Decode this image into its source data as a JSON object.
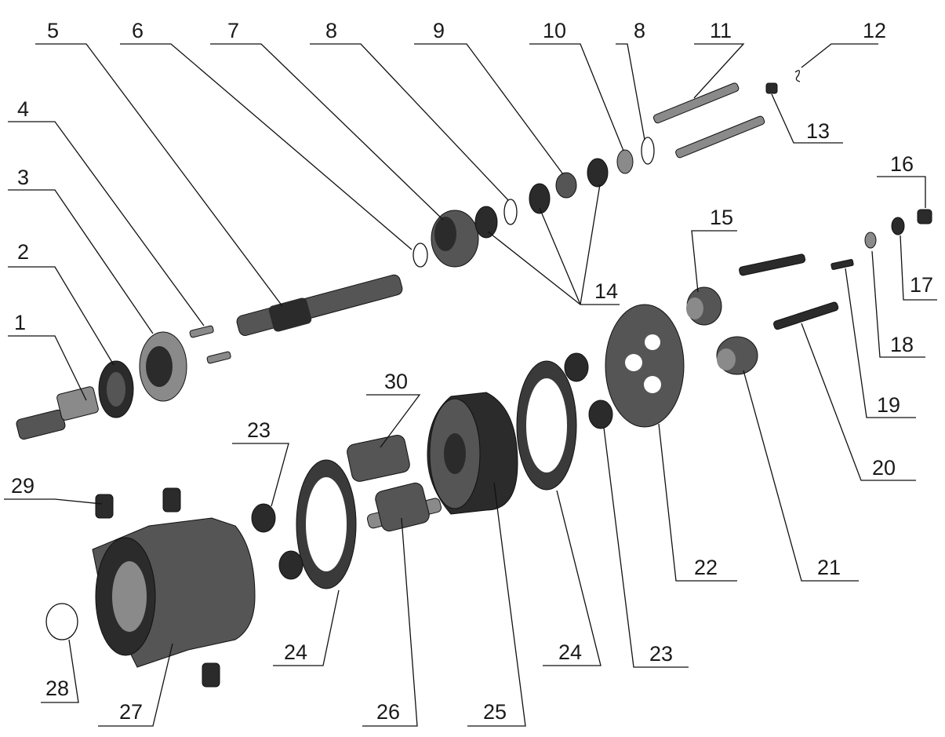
{
  "diagram": {
    "callouts": [
      {
        "id": "c1",
        "text": "1"
      },
      {
        "id": "c2",
        "text": "2"
      },
      {
        "id": "c3",
        "text": "3"
      },
      {
        "id": "c4",
        "text": "4"
      },
      {
        "id": "c5",
        "text": "5"
      },
      {
        "id": "c6",
        "text": "6"
      },
      {
        "id": "c7",
        "text": "7"
      },
      {
        "id": "c8a",
        "text": "8"
      },
      {
        "id": "c9",
        "text": "9"
      },
      {
        "id": "c10",
        "text": "10"
      },
      {
        "id": "c8b",
        "text": "8"
      },
      {
        "id": "c11",
        "text": "11"
      },
      {
        "id": "c12",
        "text": "12"
      },
      {
        "id": "c13",
        "text": "13"
      },
      {
        "id": "c14",
        "text": "14"
      },
      {
        "id": "c15",
        "text": "15"
      },
      {
        "id": "c16",
        "text": "16"
      },
      {
        "id": "c17",
        "text": "17"
      },
      {
        "id": "c18",
        "text": "18"
      },
      {
        "id": "c19",
        "text": "19"
      },
      {
        "id": "c20",
        "text": "20"
      },
      {
        "id": "c21",
        "text": "21"
      },
      {
        "id": "c22",
        "text": "22"
      },
      {
        "id": "c23a",
        "text": "23"
      },
      {
        "id": "c23b",
        "text": "23"
      },
      {
        "id": "c24a",
        "text": "24"
      },
      {
        "id": "c24b",
        "text": "24"
      },
      {
        "id": "c25",
        "text": "25"
      },
      {
        "id": "c26",
        "text": "26"
      },
      {
        "id": "c27",
        "text": "27"
      },
      {
        "id": "c28",
        "text": "28"
      },
      {
        "id": "c29",
        "text": "29"
      },
      {
        "id": "c30",
        "text": "30"
      }
    ]
  }
}
